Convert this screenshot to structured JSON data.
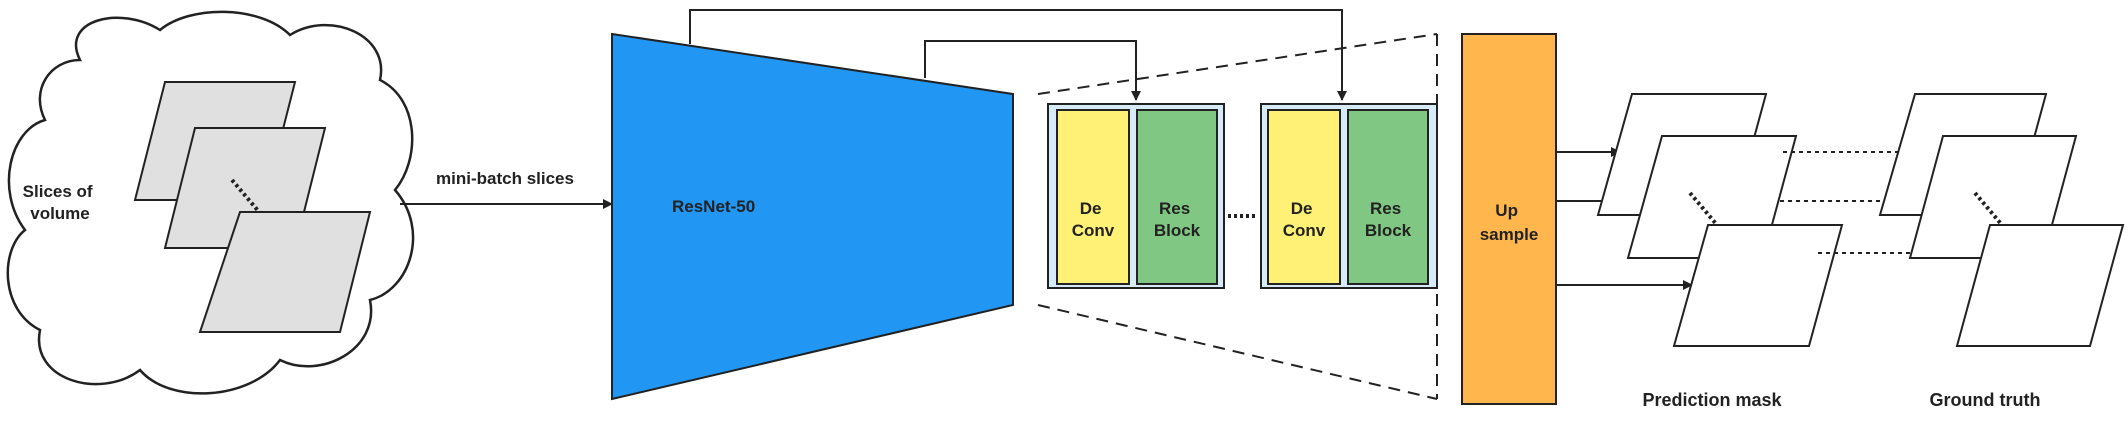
{
  "cloud_label": [
    "Slices of",
    "volume"
  ],
  "input_arrow_label": "mini-batch slices",
  "encoder_label": "ResNet-50",
  "decoder_blocks": [
    {
      "deconv": [
        "De",
        "Conv"
      ],
      "resblock": [
        "Res",
        "Block"
      ]
    },
    {
      "deconv": [
        "De",
        "Conv"
      ],
      "resblock": [
        "Res",
        "Block"
      ]
    }
  ],
  "upsample_label": [
    "Up",
    "sample"
  ],
  "prediction_label": "Prediction mask",
  "ground_truth_label": "Ground truth",
  "colors": {
    "encoder": "#2196F3",
    "deconv": "#FFF176",
    "resblock": "#81C784",
    "block_bg": "#D6EAF8",
    "upsample": "#FFB74D",
    "slice_fill": "#E0E0E0",
    "stroke": "#222222"
  }
}
